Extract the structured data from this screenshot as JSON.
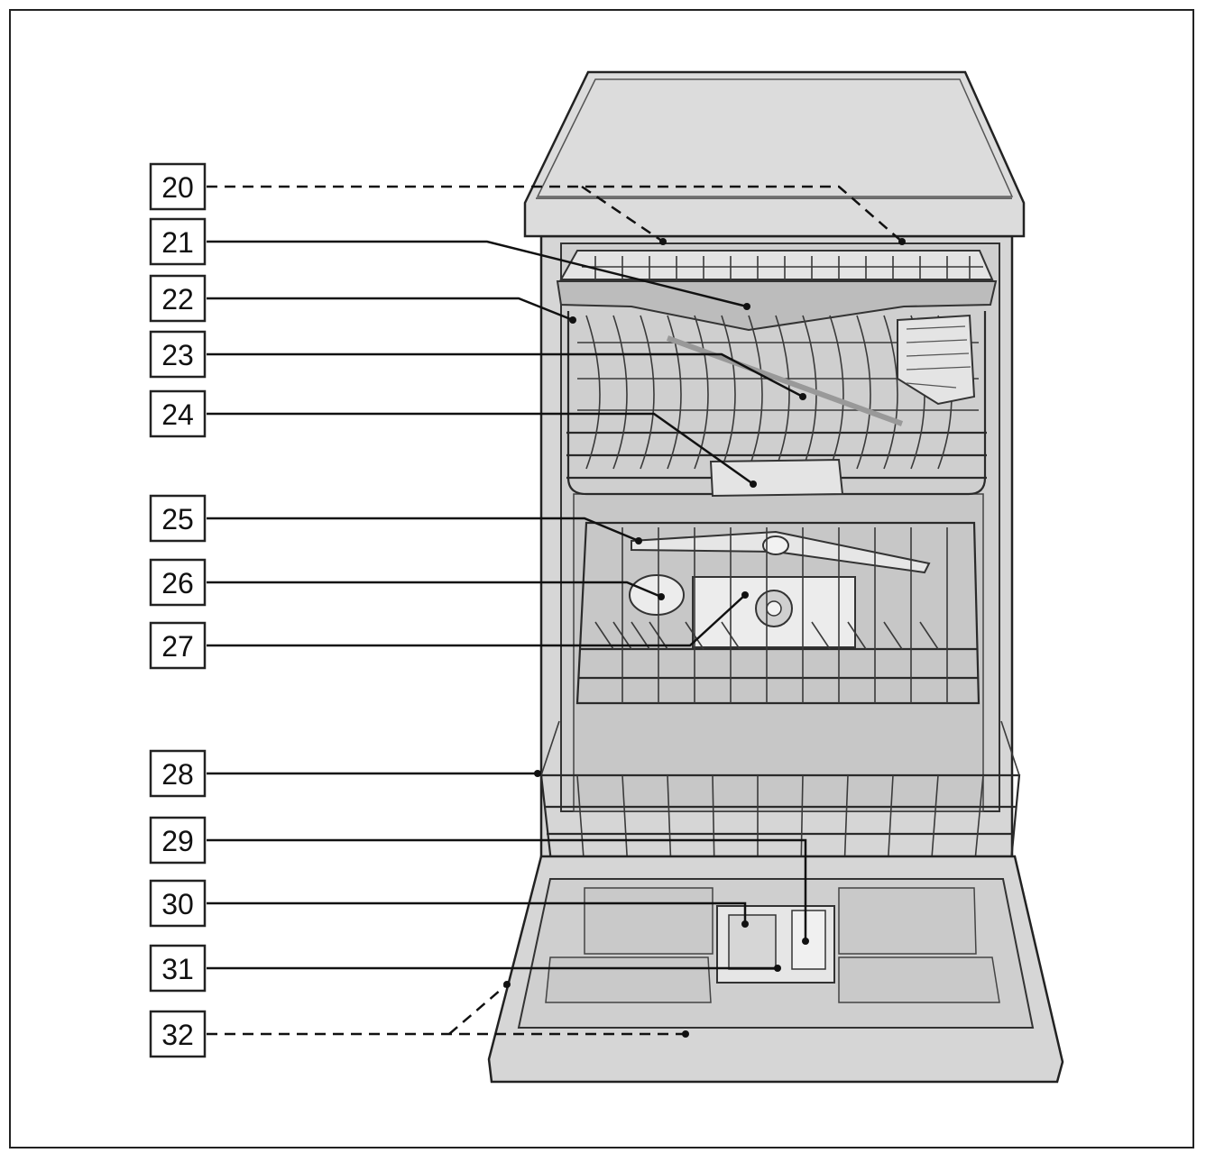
{
  "callouts": [
    {
      "id": "20",
      "style": "dashed"
    },
    {
      "id": "21",
      "style": "solid"
    },
    {
      "id": "22",
      "style": "solid"
    },
    {
      "id": "23",
      "style": "solid"
    },
    {
      "id": "24",
      "style": "solid"
    },
    {
      "id": "25",
      "style": "solid"
    },
    {
      "id": "26",
      "style": "solid"
    },
    {
      "id": "27",
      "style": "solid"
    },
    {
      "id": "28",
      "style": "solid"
    },
    {
      "id": "29",
      "style": "solid"
    },
    {
      "id": "30",
      "style": "solid"
    },
    {
      "id": "31",
      "style": "solid"
    },
    {
      "id": "32",
      "style": "dashed"
    }
  ],
  "colors": {
    "line": "#111111",
    "appliance_fill": "#d6d6d6",
    "background": "#ffffff"
  }
}
